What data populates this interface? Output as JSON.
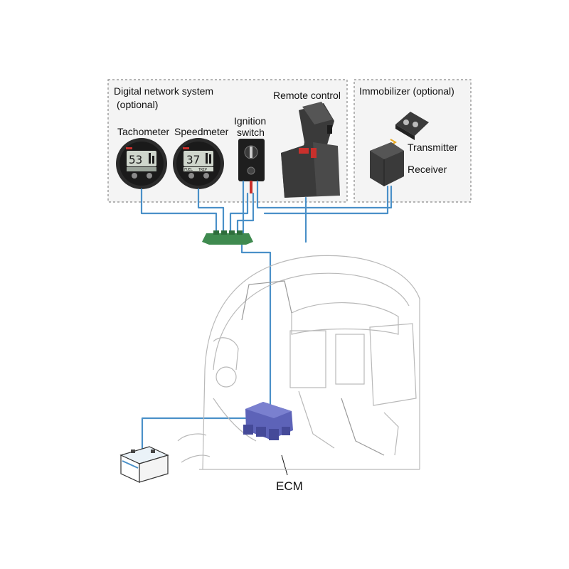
{
  "diagram": {
    "groups": {
      "digital_network": {
        "title_line1": "Digital network system",
        "title_line2": "(optional)"
      },
      "immobilizer": {
        "title": "Immobilizer (optional)"
      }
    },
    "labels": {
      "tachometer": "Tachometer",
      "speedmeter": "Speedmeter",
      "ignition_line1": "Ignition",
      "ignition_line2": "switch",
      "remote_control": "Remote control",
      "transmitter": "Transmitter",
      "receiver": "Receiver",
      "ecm": "ECM"
    },
    "gauges": {
      "tachometer_reading": "53",
      "speedmeter_reading": "37",
      "speedmeter_sub": "FUEL",
      "speedmeter_sub2": "TRIP"
    },
    "colors": {
      "wire": "#4a90c8",
      "hub": "#3f8a4f",
      "ecm": "#5d63b8",
      "accent_red": "#c9302c",
      "dashed_border": "#8a8a8a"
    },
    "icons": [
      "tachometer-gauge",
      "speedmeter-gauge",
      "ignition-switch",
      "remote-control-lever",
      "transmitter-fob",
      "receiver-box",
      "network-hub",
      "battery",
      "outboard-engine",
      "ecm-unit"
    ]
  }
}
